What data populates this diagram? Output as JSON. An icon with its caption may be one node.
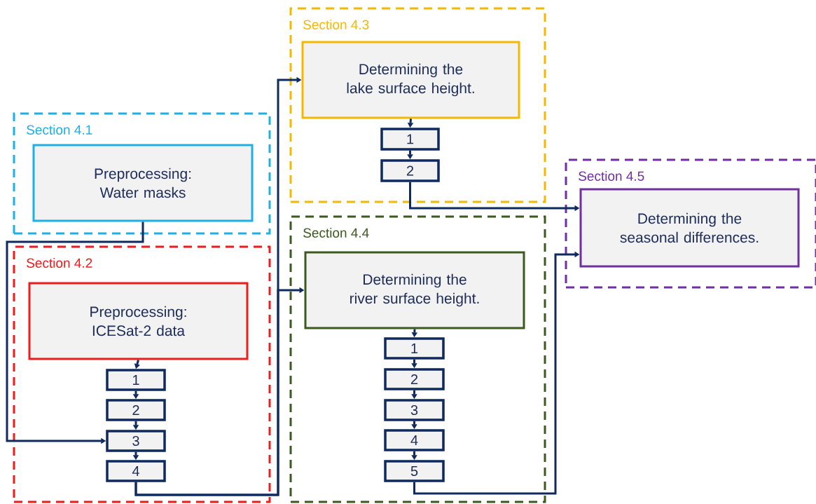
{
  "diagram": {
    "nodes": [
      {
        "text": [
          "Section 4.1"
        ]
      },
      {
        "text": [
          "Preprocessing: Water masks"
        ],
        "in": 0
      },
      {
        "text": [
          "Section 4.2"
        ]
      },
      {
        "text": [
          "Preprocessing: ICESat-2 data"
        ],
        "in": 2
      },
      {
        "text": [
          "1"
        ],
        "in": 2
      },
      {
        "text": [
          "2"
        ],
        "in": 2
      },
      {
        "text": [
          "3"
        ],
        "in": 2
      },
      {
        "text": [
          "4"
        ],
        "in": 2
      },
      {
        "text": [
          "Section 4.3"
        ]
      },
      {
        "text": [
          "Determining the lake surface height."
        ],
        "in": 8
      },
      {
        "text": [
          "1"
        ],
        "in": 8
      },
      {
        "text": [
          "2"
        ],
        "in": 8
      },
      {
        "text": [
          "Section 4.4"
        ]
      },
      {
        "text": [
          "Determining the river surface height."
        ],
        "in": 12
      },
      {
        "text": [
          "1"
        ],
        "in": 12
      },
      {
        "text": [
          "2"
        ],
        "in": 12
      },
      {
        "text": [
          "3"
        ],
        "in": 12
      },
      {
        "text": [
          "4"
        ],
        "in": 12
      },
      {
        "text": [
          "5"
        ],
        "in": 12
      },
      {
        "text": [
          "Section 4.5"
        ]
      },
      {
        "text": [
          "Determining the seasonal differences."
        ],
        "in": 19
      }
    ],
    "edges": [
      {
        "from": 1,
        "to": 6,
        "arrow": "to"
      },
      {
        "from": 3,
        "to": 4,
        "arrow": "to"
      },
      {
        "from": 4,
        "to": 5,
        "arrow": "to"
      },
      {
        "from": 5,
        "to": 6,
        "arrow": "to"
      },
      {
        "from": 6,
        "to": 7,
        "arrow": "to"
      },
      {
        "from": 7,
        "to": 9,
        "arrow": "to"
      },
      {
        "from": 7,
        "to": 13,
        "arrow": "to"
      },
      {
        "from": 9,
        "to": 10,
        "arrow": "to"
      },
      {
        "from": 10,
        "to": 11,
        "arrow": "to"
      },
      {
        "from": 11,
        "to": 20,
        "arrow": "to"
      },
      {
        "from": 13,
        "to": 14,
        "arrow": "to"
      },
      {
        "from": 14,
        "to": 15,
        "arrow": "to"
      },
      {
        "from": 15,
        "to": 16,
        "arrow": "to"
      },
      {
        "from": 16,
        "to": 17,
        "arrow": "to"
      },
      {
        "from": 17,
        "to": 18,
        "arrow": "to"
      },
      {
        "from": 18,
        "to": 20,
        "arrow": "to"
      }
    ]
  }
}
